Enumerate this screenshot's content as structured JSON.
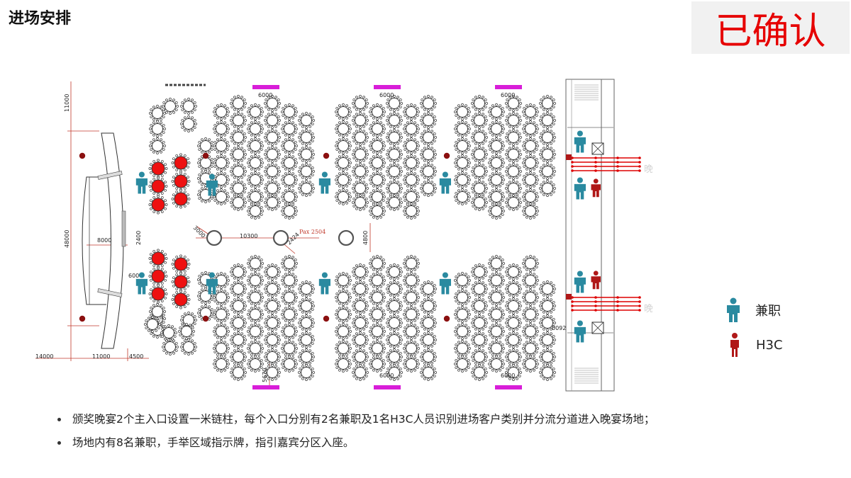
{
  "header": {
    "title": "进场安排",
    "status": "已确认"
  },
  "plan": {
    "dimensions": {
      "d11000_top": "11000",
      "d48000": "48000",
      "d8000": "8000",
      "d2400": "2400",
      "d600": "600",
      "d14000": "14000",
      "d11000_bottom": "11000",
      "d4500": "4500",
      "d10300": "10300",
      "d3000": "3000",
      "d2424": "2424",
      "d4800": "4800",
      "d5670": "5670",
      "d0092": "0092",
      "pax": "Pax 2504"
    },
    "screen_widths": [
      "6000",
      "6000",
      "6000",
      "6000",
      "6000"
    ],
    "entrances": [
      "晚宴主入口",
      "晚宴主入口"
    ]
  },
  "legend": {
    "part_time": "兼职",
    "h3c": "H3C"
  },
  "notes": [
    "颁奖晚宴2个主入口设置一米链柱，每个入口分别有2名兼职及1名H3C人员识别进场客户类别并分流分道进入晚宴场地；",
    "场地内有8名兼职，手举区域指示牌，指引嘉宾分区入座。"
  ],
  "colors": {
    "staff": "#2a8aa0",
    "h3c": "#b01818",
    "vip_table": "#ee1111",
    "screen": "#d81ed8",
    "dimension": "#c0392b",
    "status": "#e60000"
  }
}
